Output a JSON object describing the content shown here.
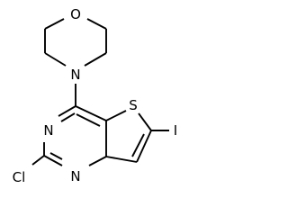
{
  "molecule": {
    "atoms": {
      "oxygen": "O",
      "morpholine_nitrogen": "N",
      "sulfur": "S",
      "iodine": "I",
      "pyrimidine_nitrogen_upper": "N",
      "pyrimidine_nitrogen_lower": "N",
      "chlorine": "Cl"
    }
  }
}
